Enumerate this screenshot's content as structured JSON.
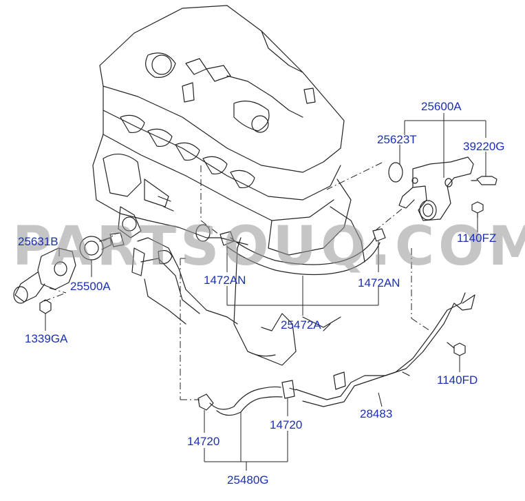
{
  "watermark": "PARTSOUQ.COM",
  "colors": {
    "label": "#1a2fb4",
    "line": "#222222",
    "watermark": "#969696"
  },
  "labels": {
    "p25600A": "25600A",
    "p25623T": "25623T",
    "p39220G": "39220G",
    "p1140FZ": "1140FZ",
    "p25631B": "25631B",
    "p25500A": "25500A",
    "p1339GA": "1339GA",
    "p1472AN_left": "1472AN",
    "p1472AN_right": "1472AN",
    "p25472A": "25472A",
    "p1140FD": "1140FD",
    "p28483": "28483",
    "p14720_left": "14720",
    "p14720_right": "14720",
    "p25480G": "25480G"
  }
}
